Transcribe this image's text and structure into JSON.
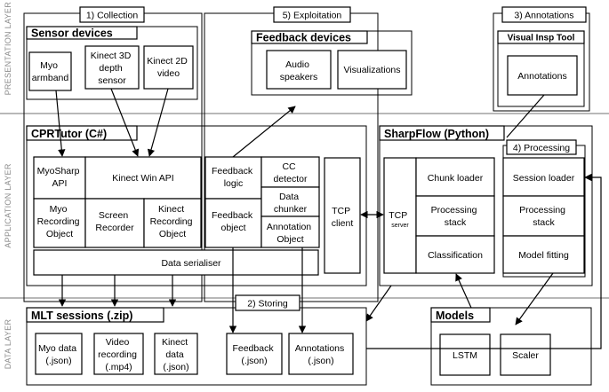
{
  "layers": {
    "presentation": "PRESENTATION LAYER",
    "application": "APPLICATION LAYER",
    "data": "DATA LAYER"
  },
  "phases": {
    "collection": "1) Collection",
    "exploitation": "5) Exploitation",
    "annotations": "3) Annotations",
    "processing": "4) Processing",
    "storing": "2) Storing"
  },
  "presentation": {
    "sensor_devices": {
      "title": "Sensor devices",
      "myo": [
        "Myo",
        "armband"
      ],
      "kinect3d": [
        "Kinect 3D",
        "depth",
        "sensor"
      ],
      "kinect2d": [
        "Kinect 2D",
        "video"
      ]
    },
    "feedback_devices": {
      "title": "Feedback devices",
      "audio": [
        "Audio",
        "speakers"
      ],
      "visualizations": "Visualizations"
    },
    "visual_insp": {
      "title": "Visual Insp Tool",
      "annotations": "Annotations"
    }
  },
  "application": {
    "cprtutor": {
      "title": "CPRTutor (C#)",
      "myosharp": [
        "MyoSharp",
        "API"
      ],
      "kinect_win": "Kinect Win API",
      "myo_rec": [
        "Myo",
        "Recording",
        "Object"
      ],
      "screen_rec": [
        "Screen",
        "Recorder"
      ],
      "kinect_rec": [
        "Kinect",
        "Recording",
        "Object"
      ],
      "data_serialiser": "Data serialiser",
      "feedback_logic": [
        "Feedback",
        "logic"
      ],
      "feedback_object": [
        "Feedback",
        "object"
      ],
      "cc_detector": [
        "CC",
        "detector"
      ],
      "data_chunker": [
        "Data",
        "chunker"
      ],
      "annotation_object": [
        "Annotation",
        "Object"
      ],
      "tcp_client": [
        "TCP",
        "client"
      ]
    },
    "sharpflow": {
      "title": "SharpFlow (Python)",
      "tcp_server": [
        "TCP",
        "server"
      ],
      "chunk_loader": "Chunk loader",
      "processing_stack": [
        "Processing",
        "stack"
      ],
      "classification": "Classification",
      "session_loader": "Session loader",
      "processing_stack_2": [
        "Processing",
        "stack"
      ],
      "model_fitting": "Model fitting"
    }
  },
  "data_layer": {
    "mlt": {
      "title": "MLT sessions (.zip)",
      "myo_data": [
        "Myo data",
        "(.json)"
      ],
      "video": [
        "Video",
        "recording",
        "(.mp4)"
      ],
      "kinect_data": [
        "Kinect",
        "data",
        "(.json)"
      ],
      "feedback": [
        "Feedback",
        "(.json)"
      ],
      "annotations": [
        "Annotations",
        "(.json)"
      ]
    },
    "models": {
      "title": "Models",
      "lstm": "LSTM",
      "scaler": "Scaler"
    }
  }
}
